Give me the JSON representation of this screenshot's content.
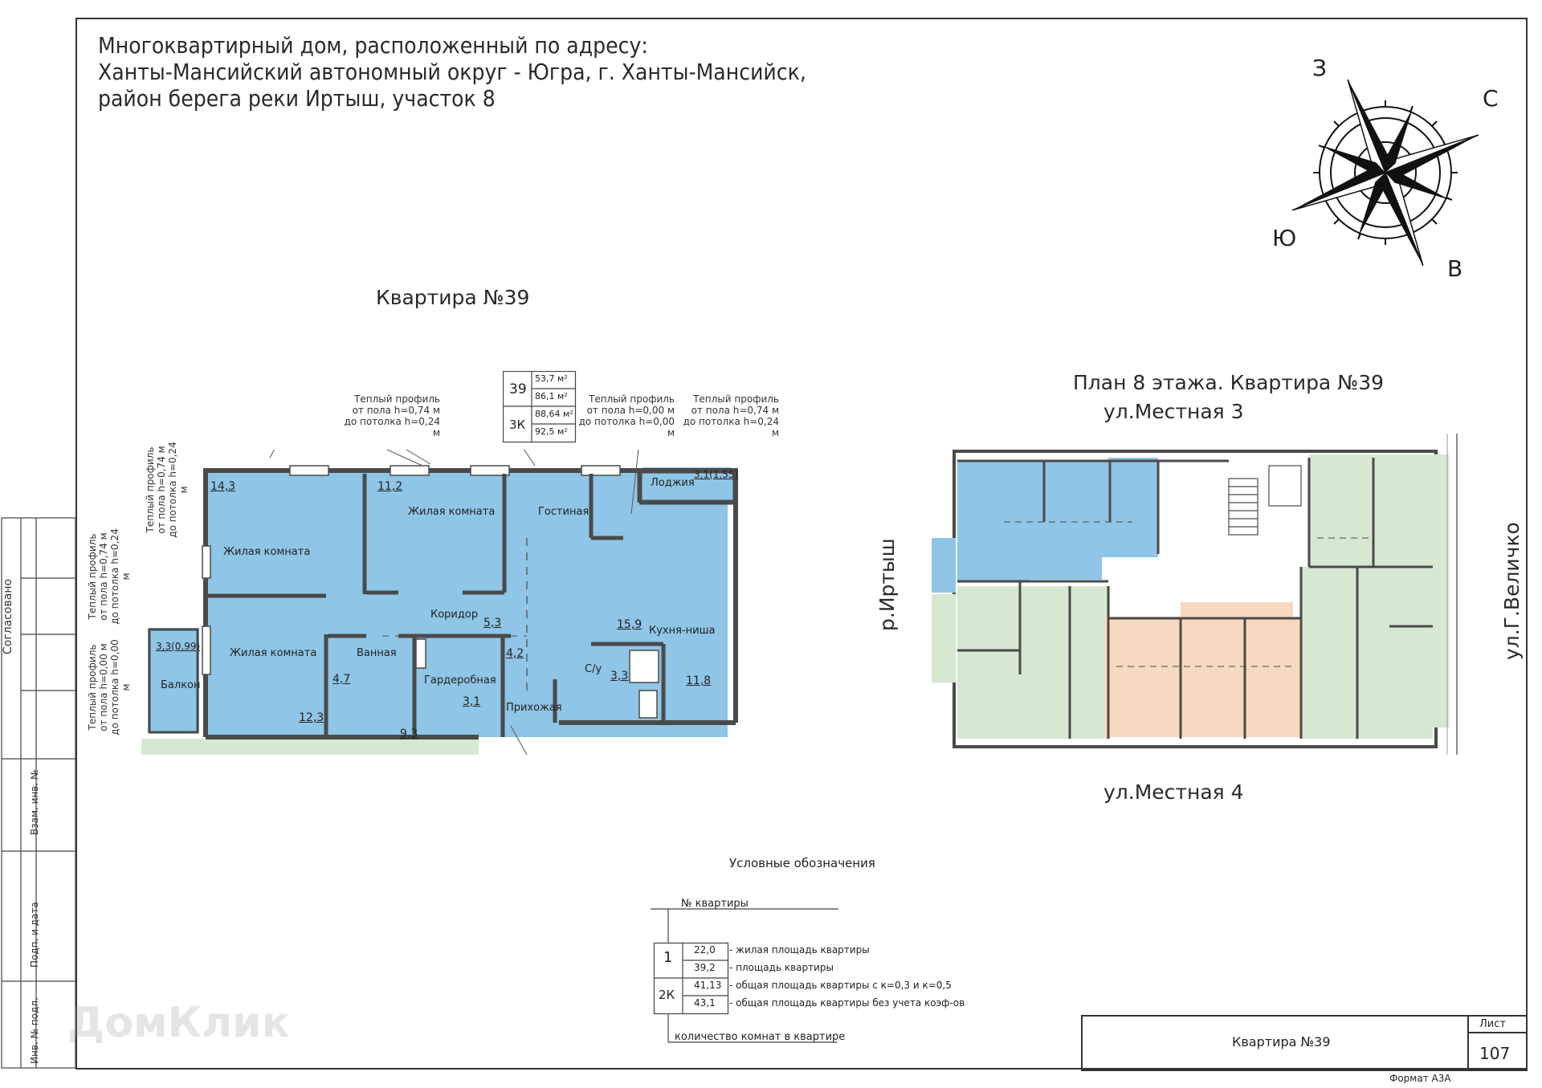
{
  "address": {
    "line1": "Многоквартирный дом, расположенный по адресу:",
    "line2": "Ханты-Мансийский автономный округ - Югра, г. Ханты-Мансийск,",
    "line3": "район берега реки Иртыш, участок 8"
  },
  "compass": {
    "n": "С",
    "s": "Ю",
    "e": "В",
    "w": "З"
  },
  "plan_title": "Квартира №39",
  "apt_table": {
    "num": "39",
    "rooms": "3К",
    "living": "53,7 м²",
    "area": "86,1 м²",
    "total_k": "88,64 м²",
    "total": "92,5 м²"
  },
  "notes": {
    "warm1": [
      "Теплый профиль",
      "от пола h=0,74 м",
      "до потолка h=0,24 м"
    ],
    "warm2": [
      "Теплый профиль",
      "от пола h=0,00 м",
      "до потолка h=0,00 м"
    ],
    "warm3": [
      "Теплый профиль",
      "от пола h=0,74 м",
      "до потолка h=0,24 м"
    ],
    "vert1": [
      "Теплый профиль",
      "от пола h=0,74 м",
      "до потолка h=0,24 м"
    ],
    "vert2": [
      "Теплый профиль",
      "от пола h=0,74 м",
      "до потолка h=0,24 м"
    ],
    "vert3": [
      "Теплый профиль",
      "от пола h=0,00 м",
      "до потолка h=0,00 м"
    ]
  },
  "rooms": {
    "r1_area": "14,3",
    "r1_name": "Жилая комната",
    "r2_area": "11,2",
    "r2_name": "Жилая комната",
    "living_room": "Гостиная",
    "loggia": "Лоджия",
    "loggia_area": "3,1(1,55)",
    "corridor": "Коридор",
    "corridor_area": "5,3",
    "r3_name": "Жилая комната",
    "r3_area": "12,3",
    "bath": "Ванная",
    "bath_area": "4,7",
    "wardrobe": "Гардеробная",
    "wardrobe_area": "3,1",
    "hall": "Прихожая",
    "hall_area": "4,2",
    "wc": "С/у",
    "wc_area": "3,3",
    "kitchen": "Кухня-ниша",
    "kitchen_area": "11,8",
    "kitchen_living_area": "15,9",
    "balcony": "Балкон",
    "balcony_area": "3,3(0,99)",
    "neighbor_area": "9,3"
  },
  "floor_plan": {
    "title": "План 8 этажа. Квартира №39",
    "street_top": "ул.Местная 3",
    "street_bottom": "ул.Местная 4",
    "river": "р.Иртыш",
    "street_right": "ул.Г.Величко"
  },
  "legend": {
    "title": "Условные обозначения",
    "apt_no": "№ квартиры",
    "num": "1",
    "rooms": "2К",
    "v1": "22,0",
    "v2": "39,2",
    "v3": "41,13",
    "v4": "43,1",
    "d1": "- жилая площадь квартиры",
    "d2": "- площадь квартиры",
    "d3": "- общая площадь квартиры с к=0,3 и к=0,5",
    "d4": "- общая площадь квартиры без учета коэф-ов",
    "rooms_count": "количество комнат в квартире"
  },
  "stamp": {
    "agreed": "Согласовано",
    "inv_vzam": "Взам. инв. №",
    "sign_date": "Подп. и дата",
    "inv_podl": "Инв. № подл.",
    "sheet_title": "Квартира №39",
    "sheet_label": "Лист",
    "sheet_no": "107",
    "format": "Формат А3А"
  },
  "watermark": "ДомКлик",
  "colors": {
    "blue": "#8fc5e6",
    "green": "#d7e8d2",
    "orange": "#f6d9bf",
    "wall": "#4a4a4a"
  }
}
